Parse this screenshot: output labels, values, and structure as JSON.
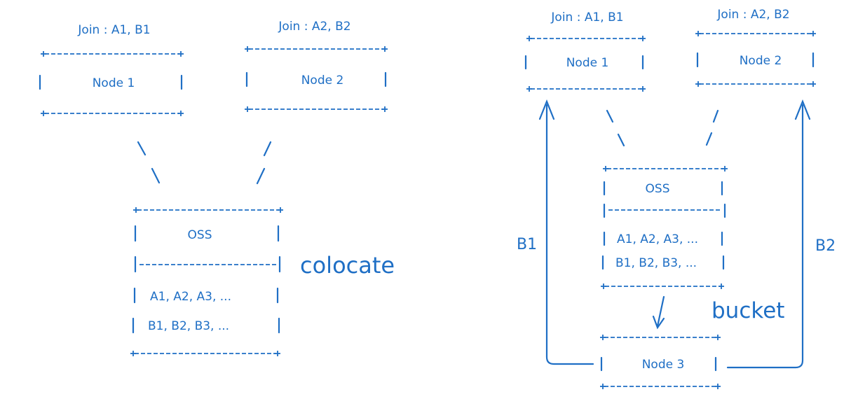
{
  "left": {
    "node1": {
      "join": "Join : A1, B1",
      "label": "Node 1"
    },
    "node2": {
      "join": "Join : A2, B2",
      "label": "Node 2"
    },
    "oss": {
      "title": "OSS",
      "row_a": "A1, A2, A3, ...",
      "row_b": "B1, B2, B3, ..."
    },
    "annotation": "colocate"
  },
  "right": {
    "node1": {
      "join": "Join : A1, B1",
      "label": "Node 1"
    },
    "node2": {
      "join": "Join : A2, B2",
      "label": "Node 2"
    },
    "oss": {
      "title": "OSS",
      "row_a": "A1, A2, A3, ...",
      "row_b": "B1, B2, B3, ..."
    },
    "node3": {
      "label": "Node 3"
    },
    "annotation": "bucket",
    "flow_b1": "B1",
    "flow_b2": "B2"
  },
  "colors": {
    "ink": "#1f6fc5",
    "background": "#ffffff"
  }
}
